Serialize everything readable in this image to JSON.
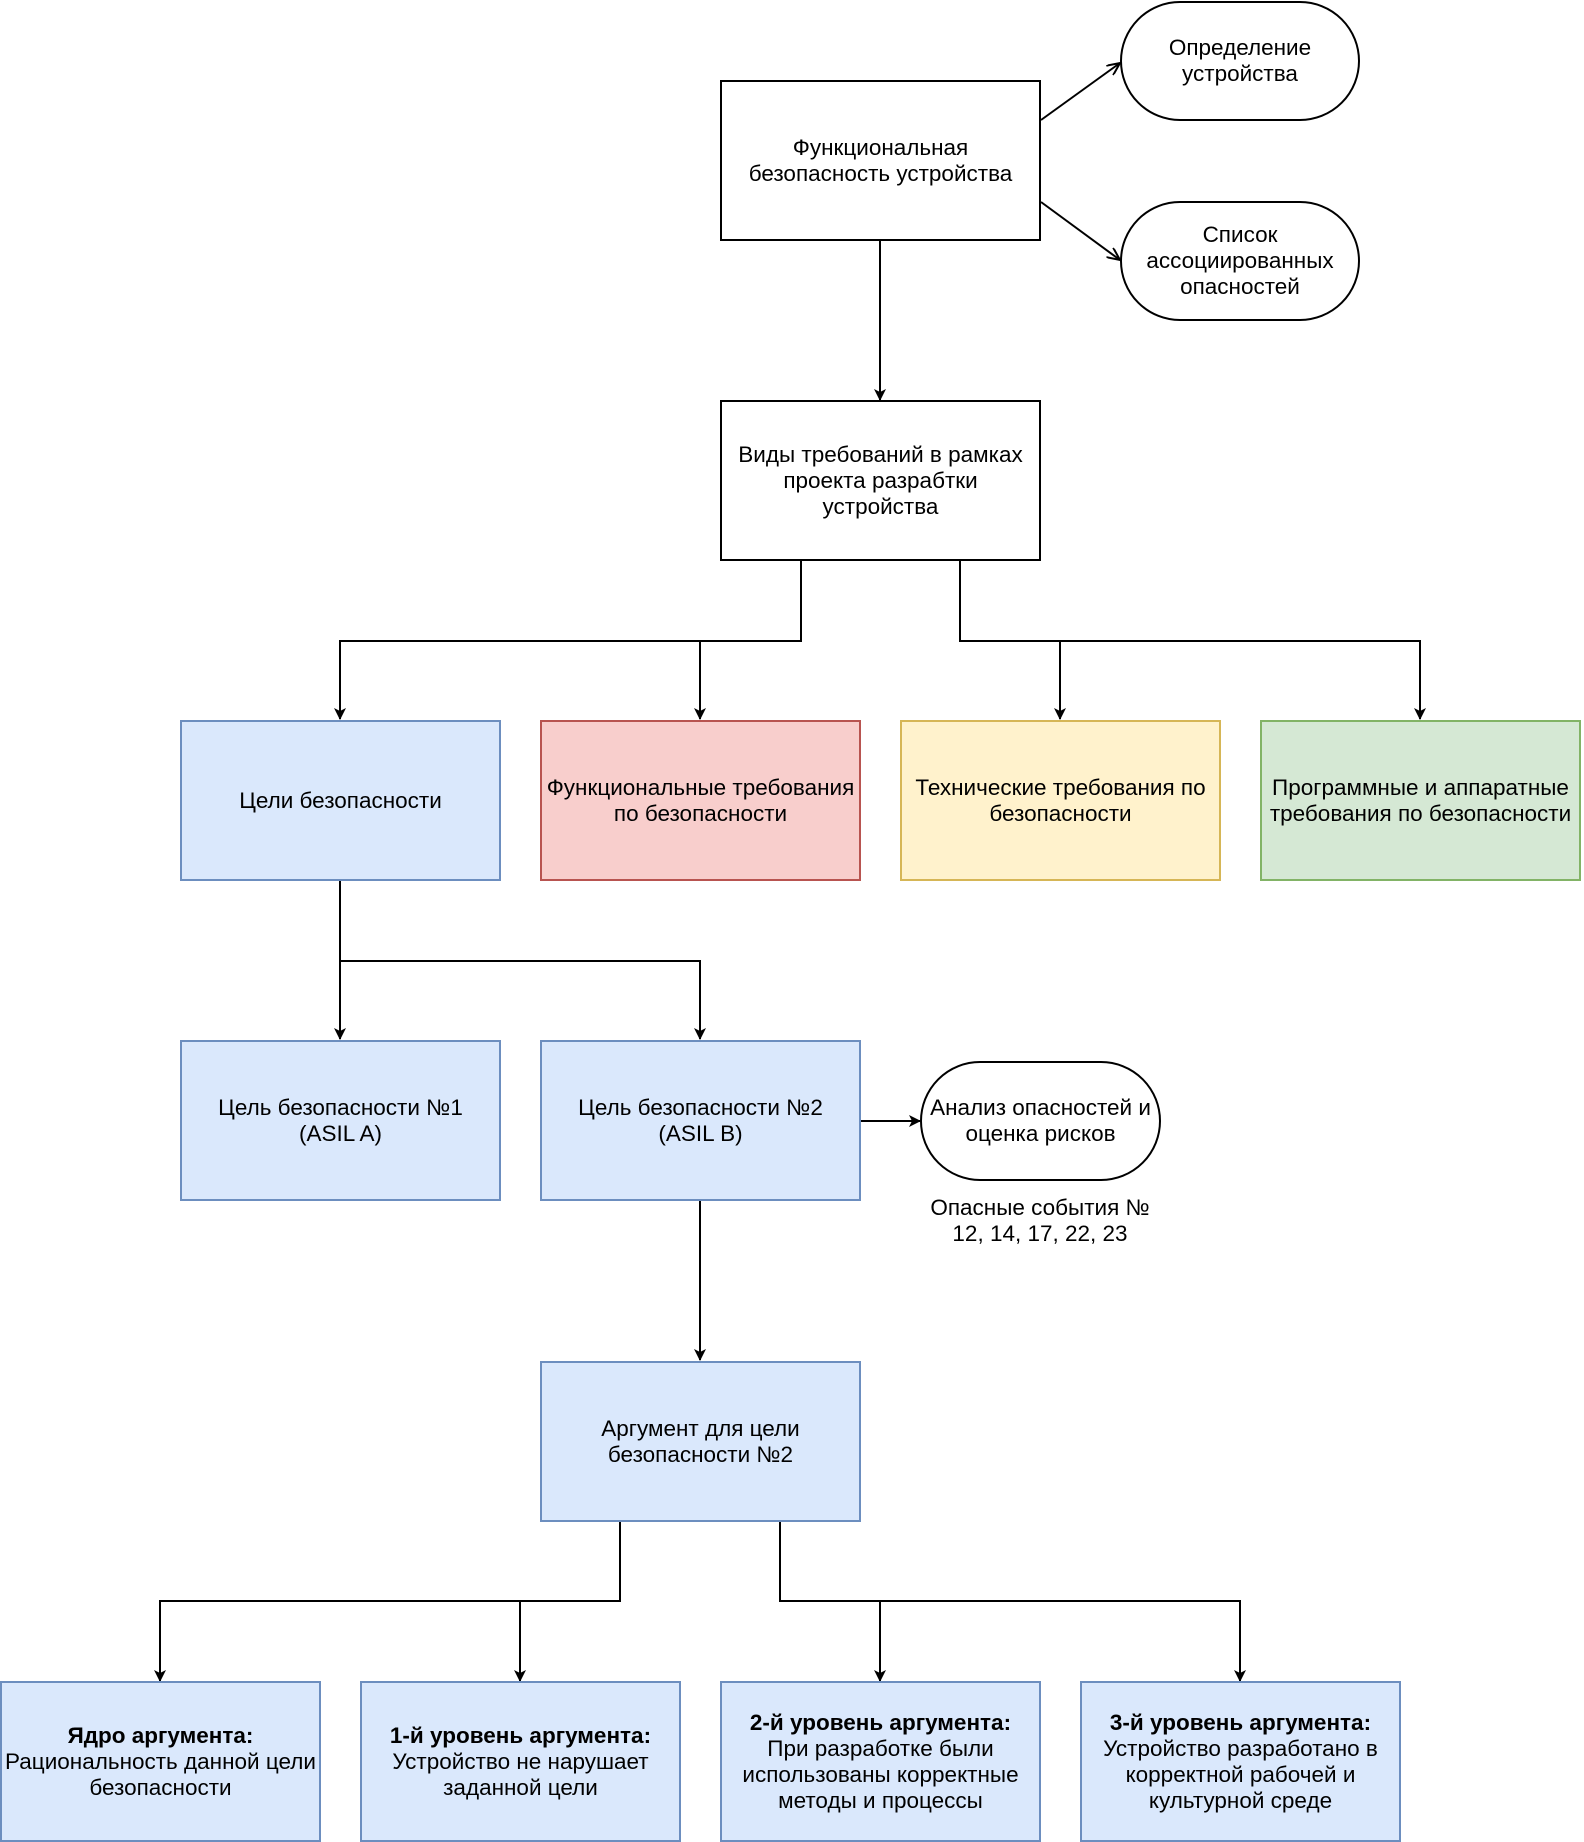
{
  "nodes": {
    "root": [
      "Функциональная",
      "безопасность устройства"
    ],
    "device_def": [
      "Определение",
      "устройства"
    ],
    "hazard_list": [
      "Список",
      "ассоциированных",
      "опасностей"
    ],
    "req_types": [
      "Виды требований в рамках",
      "проекта разрабтки",
      "устройства"
    ],
    "safety_goals": [
      "Цели безопасности"
    ],
    "func_req": [
      "Функциональные требования",
      "по безопасности"
    ],
    "tech_req": [
      "Технические требования по",
      "безопасности"
    ],
    "hw_sw_req": [
      "Программные и аппаратные",
      "требования по безопасности"
    ],
    "goal1": [
      "Цель безопасности №1",
      "(ASIL A)"
    ],
    "goal2": [
      "Цель безопасности №2",
      "(ASIL B)"
    ],
    "hara": [
      "Анализ опасностей и",
      "оценка рисков"
    ],
    "hazard_events": [
      "Опасные события №",
      "12, 14, 17, 22, 23"
    ],
    "argument": [
      "Аргумент для цели",
      "безопасности №2"
    ],
    "core": {
      "heading": "Ядро аргумента:",
      "lines": [
        "Рациональность данной цели",
        "безопасности"
      ]
    },
    "level1": {
      "heading": "1-й уровень аргумента:",
      "lines": [
        "Устройство не нарушает",
        "заданной цели"
      ]
    },
    "level2": {
      "heading": "2-й уровень аргумента:",
      "lines": [
        "При разработке были",
        "использованы корректные",
        "методы и процессы"
      ]
    },
    "level3": {
      "heading": "3-й уровень аргумента:",
      "lines": [
        "Устройство разработано в",
        "корректной рабочей и",
        "культурной среде"
      ]
    }
  },
  "colors": {
    "blue_fill": "#dae8fc",
    "blue_stroke": "#6c8ebf",
    "red_fill": "#f8cecc",
    "red_stroke": "#b85450",
    "yellow_fill": "#fff2cc",
    "yellow_stroke": "#d6b656",
    "green_fill": "#d5e8d4",
    "green_stroke": "#82b366"
  }
}
